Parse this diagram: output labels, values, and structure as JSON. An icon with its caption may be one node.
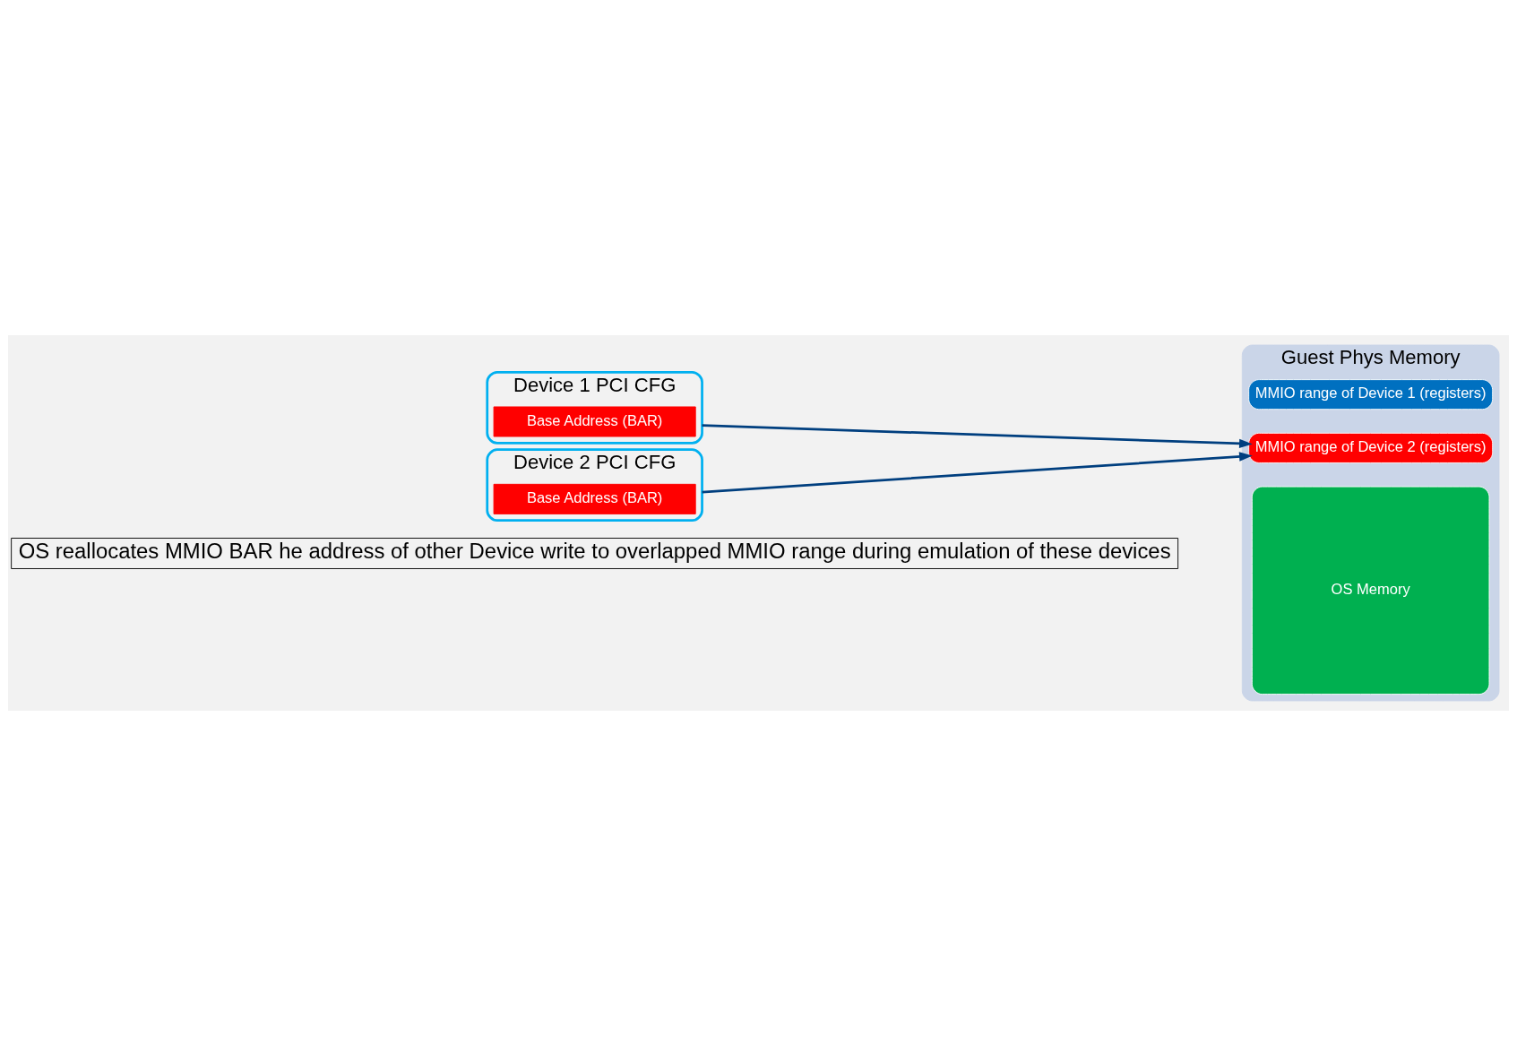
{
  "diagram": {
    "nodes": [
      {
        "text": [
          "OS reallocates MMIO BAR he address of other Device write to overlapped MMIO range during emulation of these devices"
        ]
      },
      {
        "text": [
          "Guest Phys Memory"
        ]
      },
      {
        "text": [
          "MMIO range of Device 1 (registers)"
        ],
        "in": 1
      },
      {
        "text": [
          "MMIO range of Device 2 (registers)"
        ],
        "in": 1
      },
      {
        "text": [
          "OS Memory"
        ],
        "in": 1
      },
      {
        "text": [
          "Device 1 PCI CFG"
        ]
      },
      {
        "text": [
          "Base Address (BAR)"
        ],
        "in": 5
      },
      {
        "text": [
          "Device 2 PCI CFG"
        ]
      },
      {
        "text": [
          "Base Address (BAR)"
        ],
        "in": 7
      }
    ],
    "edges": [
      {
        "from": 5,
        "to": 3,
        "arrow": "to"
      },
      {
        "from": 7,
        "to": 3,
        "arrow": "to"
      }
    ]
  }
}
